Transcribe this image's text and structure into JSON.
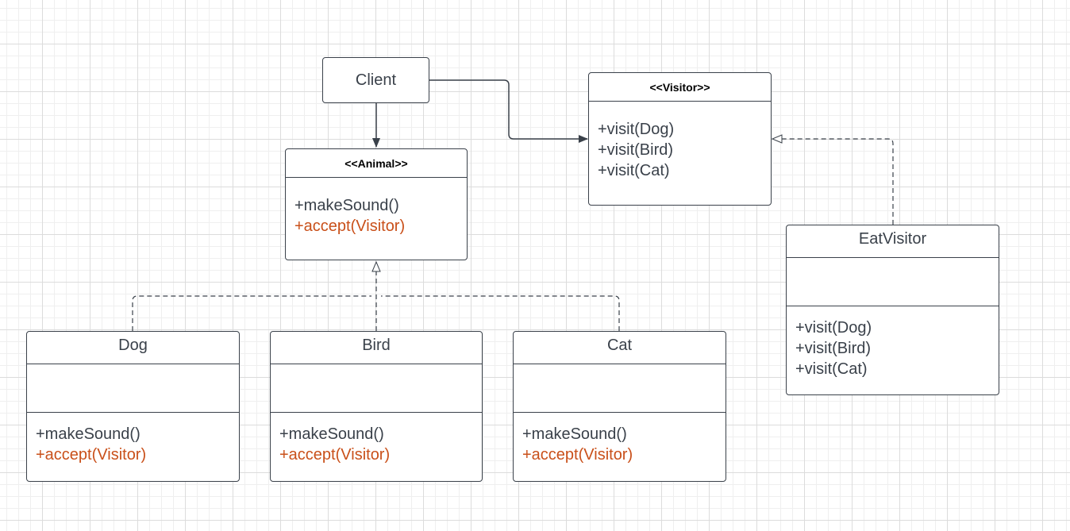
{
  "colors": {
    "stroke": "#3a414a",
    "accent": "#c9501a",
    "stereotype_text": "#000000",
    "grid": "#dcdcdc"
  },
  "client": {
    "label": "Client"
  },
  "animal": {
    "stereotype": "<<Animal>>",
    "methods": [
      "+makeSound()",
      "+accept(Visitor)"
    ]
  },
  "visitor": {
    "stereotype": "<<Visitor>>",
    "methods": [
      "+visit(Dog)",
      "+visit(Bird)",
      "+visit(Cat)"
    ]
  },
  "eat_visitor": {
    "name": "EatVisitor",
    "methods": [
      "+visit(Dog)",
      "+visit(Bird)",
      "+visit(Cat)"
    ]
  },
  "dog": {
    "name": "Dog",
    "methods": [
      "+makeSound()",
      "+accept(Visitor)"
    ]
  },
  "bird": {
    "name": "Bird",
    "methods": [
      "+makeSound()",
      "+accept(Visitor)"
    ]
  },
  "cat": {
    "name": "Cat",
    "methods": [
      "+makeSound()",
      "+accept(Visitor)"
    ]
  }
}
